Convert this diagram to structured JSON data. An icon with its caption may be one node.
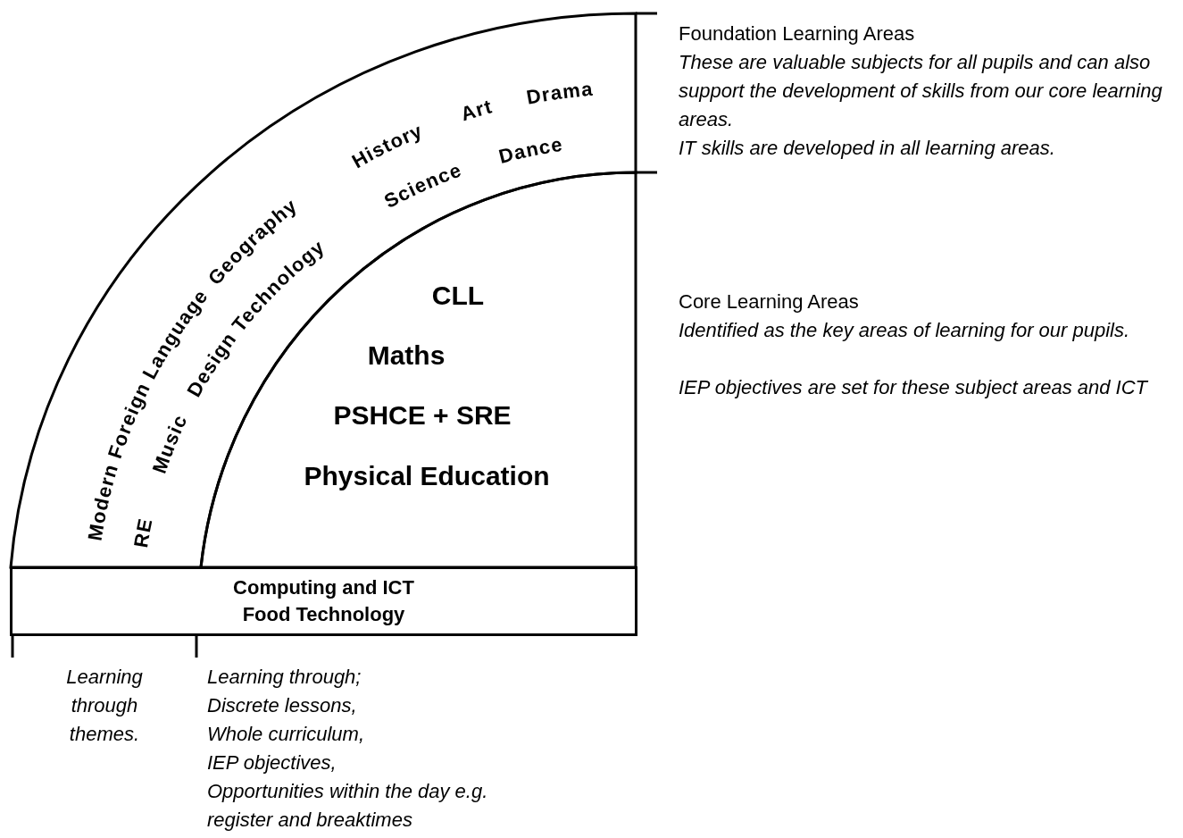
{
  "diagram": {
    "nodes": [
      {
        "text": [
          "Modern Foreign Language",
          "Geography",
          "History",
          "Art",
          "Drama",
          "RE",
          "Music",
          "Design Technology",
          "Science",
          "Dance"
        ],
        "beside": [
          "Foundation Learning Areas",
          "These are valuable subjects for all pupils and can also support the development of skills from our core learning areas.",
          "IT skills are developed in all learning areas."
        ]
      },
      {
        "text": [
          "CLL",
          "Maths",
          "PSHCE + SRE",
          "Physical Education"
        ],
        "beside": [
          "Core Learning Areas",
          "Identified as the key areas of learning for our pupils.",
          "IEP objectives are set for these subject areas and ICT"
        ]
      },
      {
        "text": [
          "Computing and ICT",
          "Food Technology"
        ]
      }
    ],
    "labels": [
      "Learning through themes.",
      "Learning through;",
      "Discrete lessons,",
      "Whole curriculum,",
      "IEP objectives,",
      "Opportunities within the day e.g. register and breaktimes"
    ]
  }
}
